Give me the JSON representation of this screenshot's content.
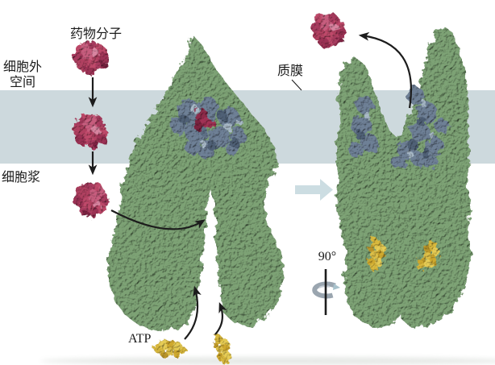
{
  "labels": {
    "drug_molecule": "药物分子",
    "extracellular_space_line1": "细胞外",
    "extracellular_space_line2": "空间",
    "cytoplasm": "细胞浆",
    "plasma_membrane": "质膜",
    "atp": "ATP",
    "rotation_angle": "90°"
  },
  "colors": {
    "background": "#ffffff",
    "membrane": "#cdd9dd",
    "protein_green": "#7da275",
    "binding_site_blue": "#6e8096",
    "drug_red": "#bf4a6b",
    "atp_yellow": "#ddbf47",
    "arrow_black": "#1c1c1c",
    "big_arrow_blue": "#ccdde2",
    "rotation_ring_gray": "#9aa5af",
    "text": "#1b1b1b"
  }
}
